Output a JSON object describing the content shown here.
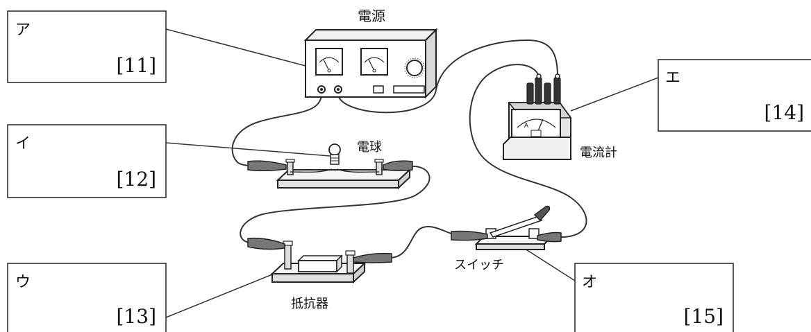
{
  "labels": {
    "power_supply": "電源",
    "bulb": "電球",
    "ammeter": "電流計",
    "ammeter_unit": "A",
    "switch": "スイッチ",
    "resistor": "抵抗器"
  },
  "answer_boxes": [
    {
      "kana": "ア",
      "number": "[11]"
    },
    {
      "kana": "イ",
      "number": "[12]"
    },
    {
      "kana": "ウ",
      "number": "[13]"
    },
    {
      "kana": "エ",
      "number": "[14]"
    },
    {
      "kana": "オ",
      "number": "[15]"
    }
  ]
}
